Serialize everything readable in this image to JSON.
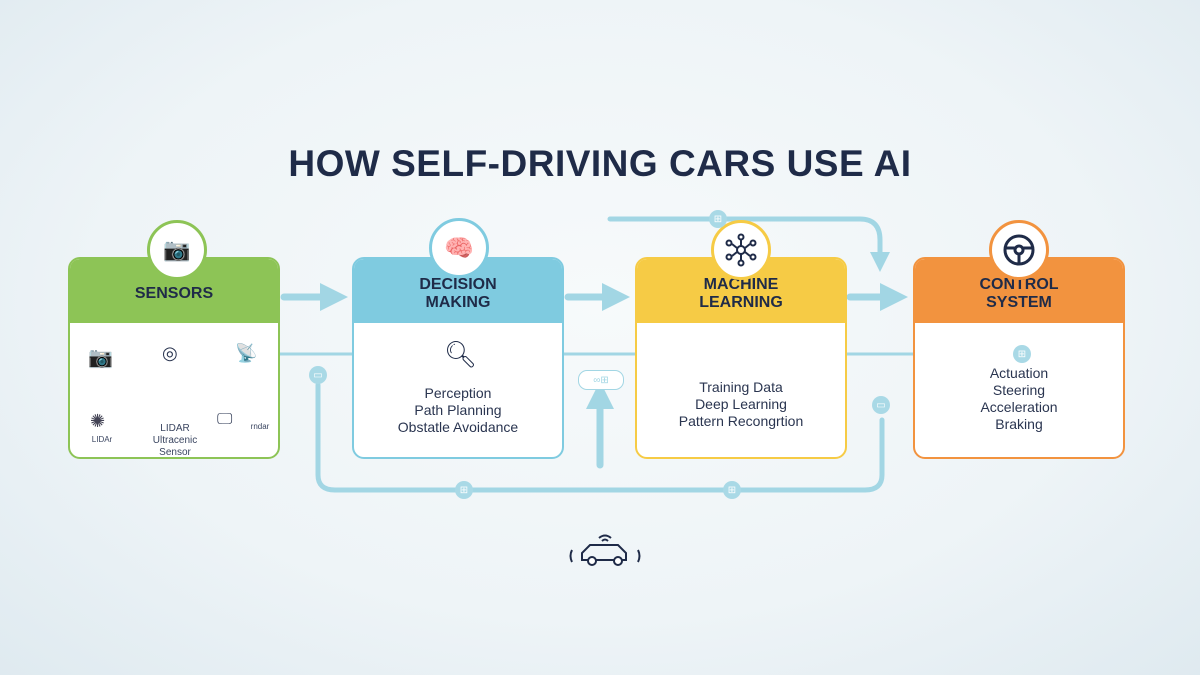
{
  "title": "HOW SELF-DRIVING CARS USE AI",
  "colors": {
    "sensors": "#8dc456",
    "decision": "#7fcbe0",
    "ml": "#f6cb45",
    "control": "#f2933f",
    "connector": "#a2d6e4",
    "text": "#1f2b48"
  },
  "stages": [
    {
      "id": "sensors",
      "title": "SENSORS",
      "icon": "camera-wifi-icon",
      "sub_icons": [
        "camera-icon",
        "lidar-scanner-icon",
        "radar-dish-icon",
        "light-sensor-icon",
        "monitor-icon"
      ],
      "labels": {
        "left": "LIDAr",
        "center_1": "LIDAR",
        "center_2": "Ultracenic",
        "center_3": "Sensor",
        "right": "rndar"
      }
    },
    {
      "id": "decision",
      "title_1": "DECISION",
      "title_2": "MAKING",
      "icon": "brain-icon",
      "inner_icon": "magnifier-icon",
      "items": [
        "Perception",
        "Path Planning",
        "Obstatle Avoidance"
      ]
    },
    {
      "id": "ml",
      "title_1": "MACHINE",
      "title_2": "LEARNING",
      "icon": "neural-network-icon",
      "items": [
        "Training Data",
        "Deep Learning",
        "Pattern Recongrtion"
      ]
    },
    {
      "id": "control",
      "title_1": "CONTROL",
      "title_2": "SYSTEM",
      "icon": "steering-wheel-icon",
      "items": [
        "Actuation",
        "Steering",
        "Acceleration",
        "Braking"
      ]
    }
  ],
  "footer_icon": "connected-car-icon"
}
